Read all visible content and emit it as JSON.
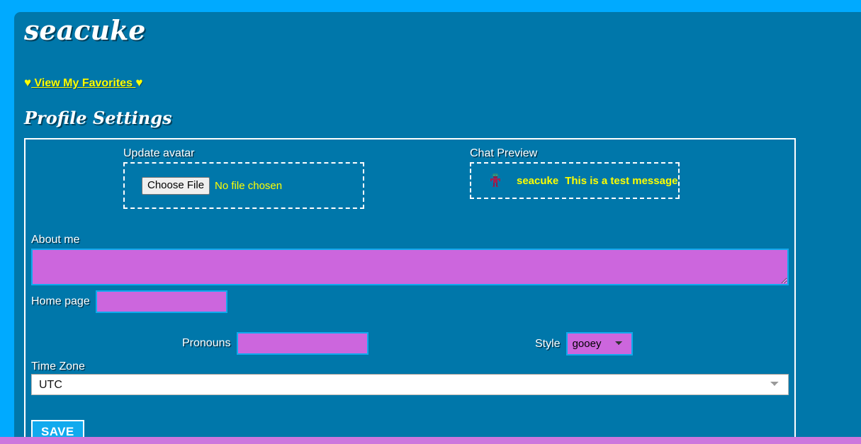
{
  "theme": {
    "page_bg": "#00aaff",
    "panel_bg": "#0077aa",
    "accent_yellow": "#ffff00",
    "input_purple": "#cc66dd",
    "input_border_blue": "#11aaee",
    "bottom_strip": "#cc77dd",
    "save_bg": "#11aaee"
  },
  "header": {
    "site_title": "seacuke",
    "favorites": {
      "heart_left": "♥",
      "link_text": " View My Favorites ",
      "heart_right": "♥"
    },
    "section_title": "Profile Settings"
  },
  "form": {
    "avatar": {
      "label": "Update avatar",
      "button_label": "Choose File",
      "status_text": "No file chosen"
    },
    "chat_preview": {
      "label": "Chat Preview",
      "avatar_icon": "pixel-character-icon",
      "username": "seacuke",
      "message": "This is a test message"
    },
    "about": {
      "label": "About me",
      "value": "",
      "placeholder": ""
    },
    "home_page": {
      "label": "Home page",
      "value": "",
      "placeholder": ""
    },
    "pronouns": {
      "label": "Pronouns",
      "value": "",
      "placeholder": ""
    },
    "style": {
      "label": "Style",
      "selected": "gooey",
      "options": [
        "gooey"
      ]
    },
    "time_zone": {
      "label": "Time Zone",
      "selected": "UTC",
      "options": [
        "UTC"
      ]
    },
    "save_label": "SAVE"
  }
}
